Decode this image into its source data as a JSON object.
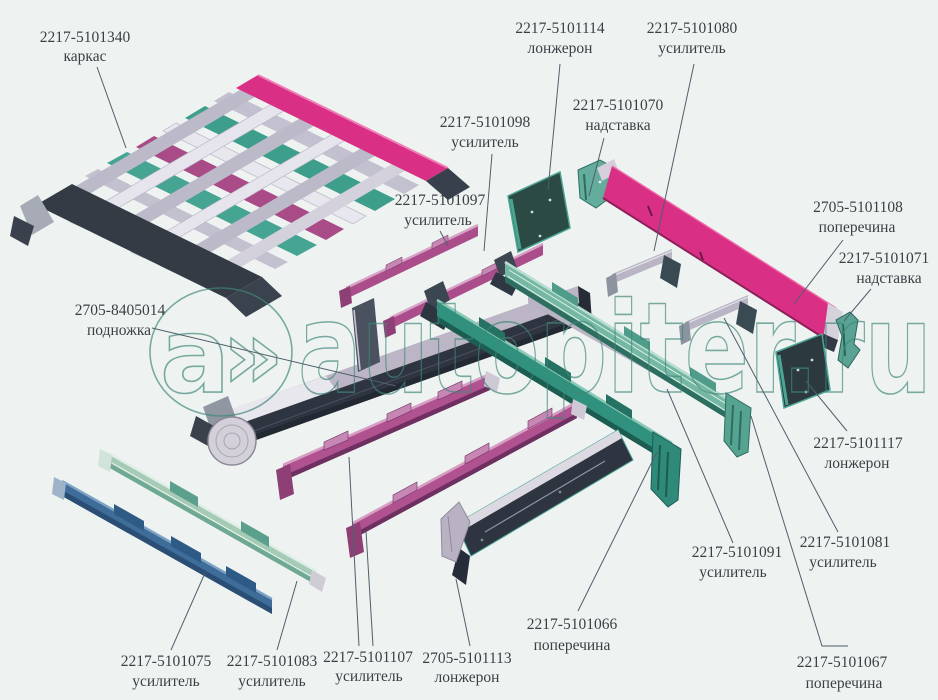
{
  "figure": {
    "type": "exploded-parts-diagram",
    "subject": "frame and floor reinforcement parts (GAZel 2217/2705 family)",
    "language": "ru",
    "background_color": "#eef3f1"
  },
  "watermark": {
    "text": "autopiter.ru",
    "logo_letter": "a",
    "logo_chevron": "»",
    "color": "#3f8779"
  },
  "palette": {
    "background": "#eef3f1",
    "label_text": "#3a3f45",
    "leader_line": "#4f5f6b",
    "bright_pink": "#d93085",
    "magenta": "#ad4f8e",
    "teal": "#3a9a88",
    "pale_teal": "#8fc3ae",
    "steel_blue": "#3f6c9c",
    "gray_lavender": "#b7b3c3",
    "dark_panel": "#2e3840"
  },
  "parts": [
    {
      "number": "2217-5101340",
      "name": "каркас"
    },
    {
      "number": "2217-5101114",
      "name": "лонжерон"
    },
    {
      "number": "2217-5101080",
      "name": "усилитель"
    },
    {
      "number": "2217-5101070",
      "name": "надставка"
    },
    {
      "number": "2217-5101098",
      "name": "усилитель"
    },
    {
      "number": "2217-5101097",
      "name": "усилитель"
    },
    {
      "number": "2705-5101108",
      "name": "поперечина"
    },
    {
      "number": "2217-5101071",
      "name": "надставка"
    },
    {
      "number": "2705-8405014",
      "name": "подножка"
    },
    {
      "number": "2217-5101117",
      "name": "лонжерон"
    },
    {
      "number": "2217-5101081",
      "name": "усилитель"
    },
    {
      "number": "2217-5101091",
      "name": "усилитель"
    },
    {
      "number": "2217-5101066",
      "name": "поперечина"
    },
    {
      "number": "2217-5101067",
      "name": "поперечина"
    },
    {
      "number": "2217-5101075",
      "name": "усилитель"
    },
    {
      "number": "2217-5101083",
      "name": "усилитель"
    },
    {
      "number": "2217-5101107",
      "name": "усилитель"
    },
    {
      "number": "2705-5101113",
      "name": "лонжерон"
    }
  ]
}
